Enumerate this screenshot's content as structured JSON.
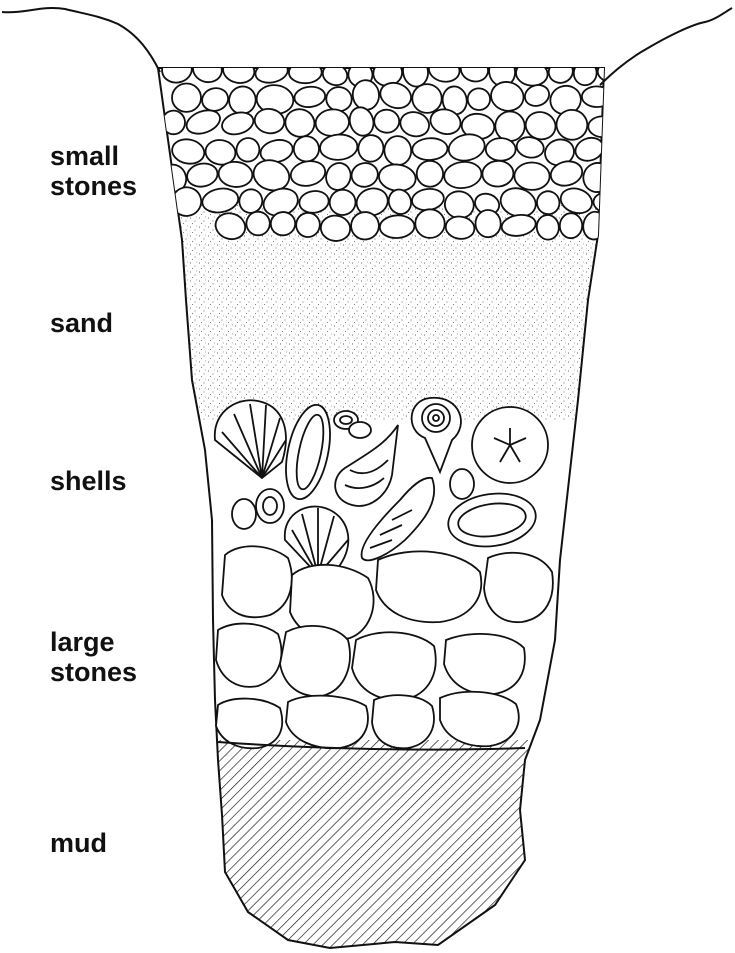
{
  "layers": {
    "small_stones": "small\nstones",
    "sand": "sand",
    "shells": "shells",
    "large_stones": "large\nstones",
    "mud": "mud"
  },
  "colors": {
    "ink": "#111111",
    "background": "#ffffff"
  }
}
